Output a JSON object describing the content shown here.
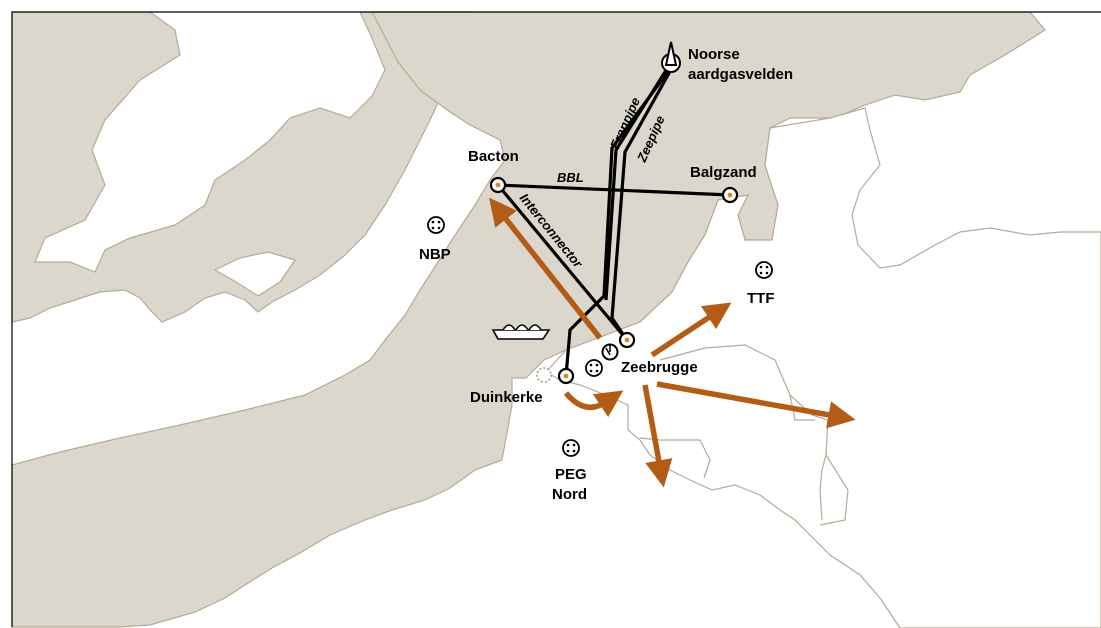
{
  "colors": {
    "land_gray": "#dcd7cc",
    "border": "#b6ab94",
    "pipeline": "#000000",
    "flow_arrow": "#b35c16",
    "terminal_fill": "#d8892e",
    "frame": "#000000"
  },
  "terminals": {
    "bacton": "Bacton",
    "balgzand": "Balgzand",
    "duinkerke": "Duinkerke",
    "zeebrugge": "Zeebrugge",
    "norway_line1": "Noorse",
    "norway_line2": "aardgasvelden"
  },
  "pipelines": {
    "bbl": "BBL",
    "interconnector": "Interconnector",
    "franpipe": "Franpipe",
    "zeepipe": "Zeepipe"
  },
  "hubs": {
    "nbp": "NBP",
    "ttf": "TTF",
    "peg_line1": "PEG",
    "peg_line2": "Nord"
  },
  "icons": {
    "hub": "hub-icon",
    "lng_ship": "lng-ship-icon",
    "gas_field": "gas-field-icon",
    "terminal": "terminal-icon"
  }
}
